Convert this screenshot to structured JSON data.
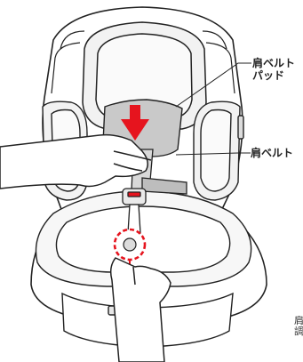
{
  "labels": {
    "shoulder_belt_pad_line1": "肩ベルト",
    "shoulder_belt_pad_line2": "パッド",
    "shoulder_belt": "肩ベルト"
  },
  "cut_text": {
    "line1": "肩",
    "line2": "調"
  },
  "colors": {
    "line": "#222222",
    "arrow": "#e6141e",
    "fill_seat": "#f2f2f2",
    "fill_dark": "#c8c8c8",
    "belt_line": "#e6141e"
  }
}
